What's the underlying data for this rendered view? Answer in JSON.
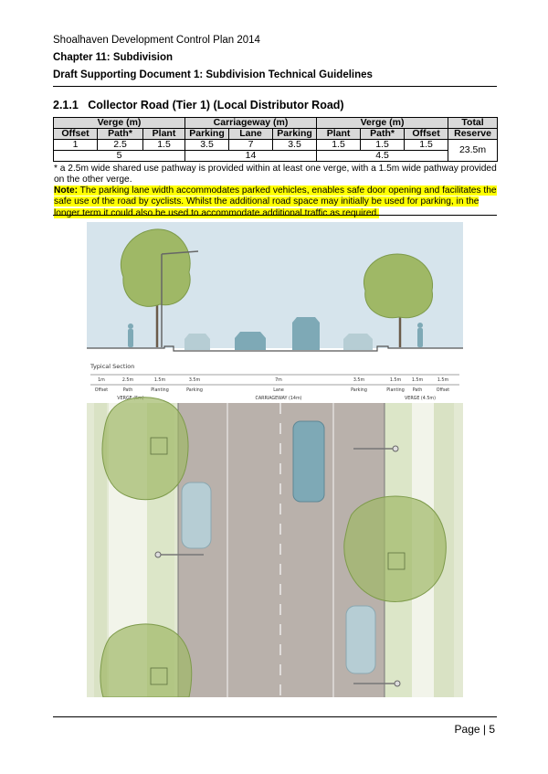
{
  "header": {
    "line1": "Shoalhaven Development Control Plan 2014",
    "line2": "Chapter 11: Subdivision",
    "line3": "Draft Supporting Document 1: Subdivision Technical Guidelines"
  },
  "section": {
    "number": "2.1.1",
    "title": "Collector Road (Tier 1) (Local Distributor Road)"
  },
  "table": {
    "groups": [
      "Verge (m)",
      "Carriageway (m)",
      "Verge (m)",
      "Total"
    ],
    "columns": [
      "Offset",
      "Path*",
      "Plant",
      "Parking",
      "Lane",
      "Parking",
      "Plant",
      "Path*",
      "Offset",
      "Reserve"
    ],
    "values": [
      "1",
      "2.5",
      "1.5",
      "3.5",
      "7",
      "3.5",
      "1.5",
      "1.5",
      "1.5",
      "23.5m"
    ],
    "subtotals": [
      "5",
      "14",
      "4.5"
    ]
  },
  "footnote": "* a 2.5m wide shared use pathway is provided within at least one verge, with a 1.5m wide pathway provided on the other verge.",
  "note": {
    "label": "Note:",
    "text": " The  parking lane width accommodates parked vehicles, enables safe door opening and facilitates the safe use of the road by cyclists.  Whilst the additional road space may initially be used for parking, in the longer term it could also be used to accommodate additional traffic as required."
  },
  "figure": {
    "section_label": "Typical Section",
    "dims": [
      "1m",
      "2.5m",
      "1.5m",
      "3.5m",
      "7m",
      "3.5m",
      "1.5m",
      "1.5m",
      "1.5m"
    ],
    "zones": [
      "Offset",
      "Path",
      "Planting",
      "Parking",
      "Lane",
      "Parking",
      "Planting",
      "Path",
      "Offset"
    ],
    "groups": [
      "VERGE (5m)",
      "CARRIAGEWAY (14m)",
      "VERGE (4.5m)"
    ],
    "colors": {
      "sky": "#d6e4ec",
      "asphalt": "#b9b1ab",
      "verge": "#e3e9d3",
      "tree": "#9fb866",
      "car": "#7ea9b6"
    }
  },
  "footer": {
    "page": "Page | 5"
  }
}
